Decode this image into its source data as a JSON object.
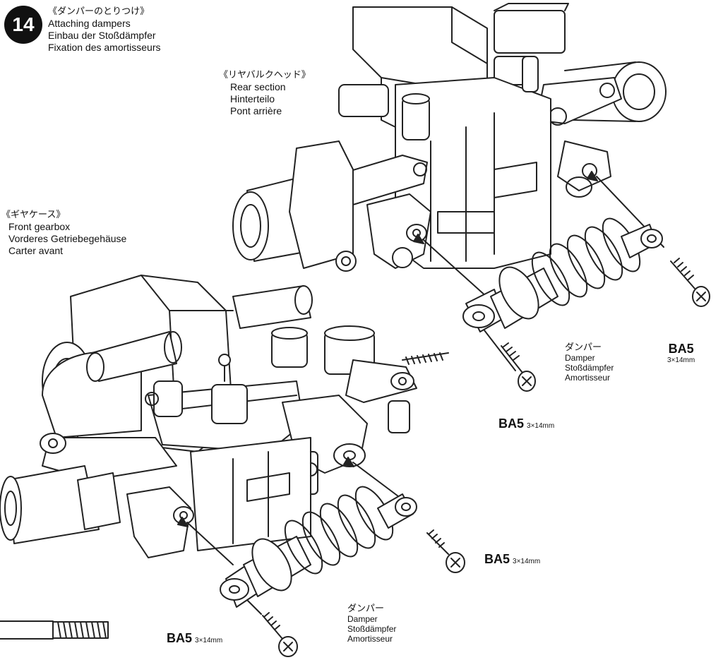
{
  "step": {
    "number": "14"
  },
  "title": {
    "ja": "《ダンパーのとりつけ》",
    "en": "Attaching dampers",
    "de": "Einbau der Stoßdämpfer",
    "fr": "Fixation des amortisseurs"
  },
  "rear_section": {
    "ja": "《リヤバルクヘッド》",
    "en": "Rear section",
    "de": "Hinterteilo",
    "fr": "Pont arrière"
  },
  "front_gearbox": {
    "ja": "《ギヤケース》",
    "en": "Front gearbox",
    "de": "Vorderes Getriebegehäuse",
    "fr": "Carter avant"
  },
  "damper_rear": {
    "ja": "ダンパー",
    "en": "Damper",
    "de": "Stoßdämpfer",
    "fr": "Amortisseur"
  },
  "damper_front": {
    "ja": "ダンパー",
    "en": "Damper",
    "de": "Stoßdämpfer",
    "fr": "Amortisseur"
  },
  "screws": {
    "rear_top": {
      "code": "BA5",
      "size": "3×14mm"
    },
    "rear_bottom": {
      "code": "BA5",
      "size": "3×14mm"
    },
    "front_right": {
      "code": "BA5",
      "size": "3×14mm"
    },
    "front_bottom": {
      "code": "BA5",
      "size": "3×14mm"
    }
  }
}
